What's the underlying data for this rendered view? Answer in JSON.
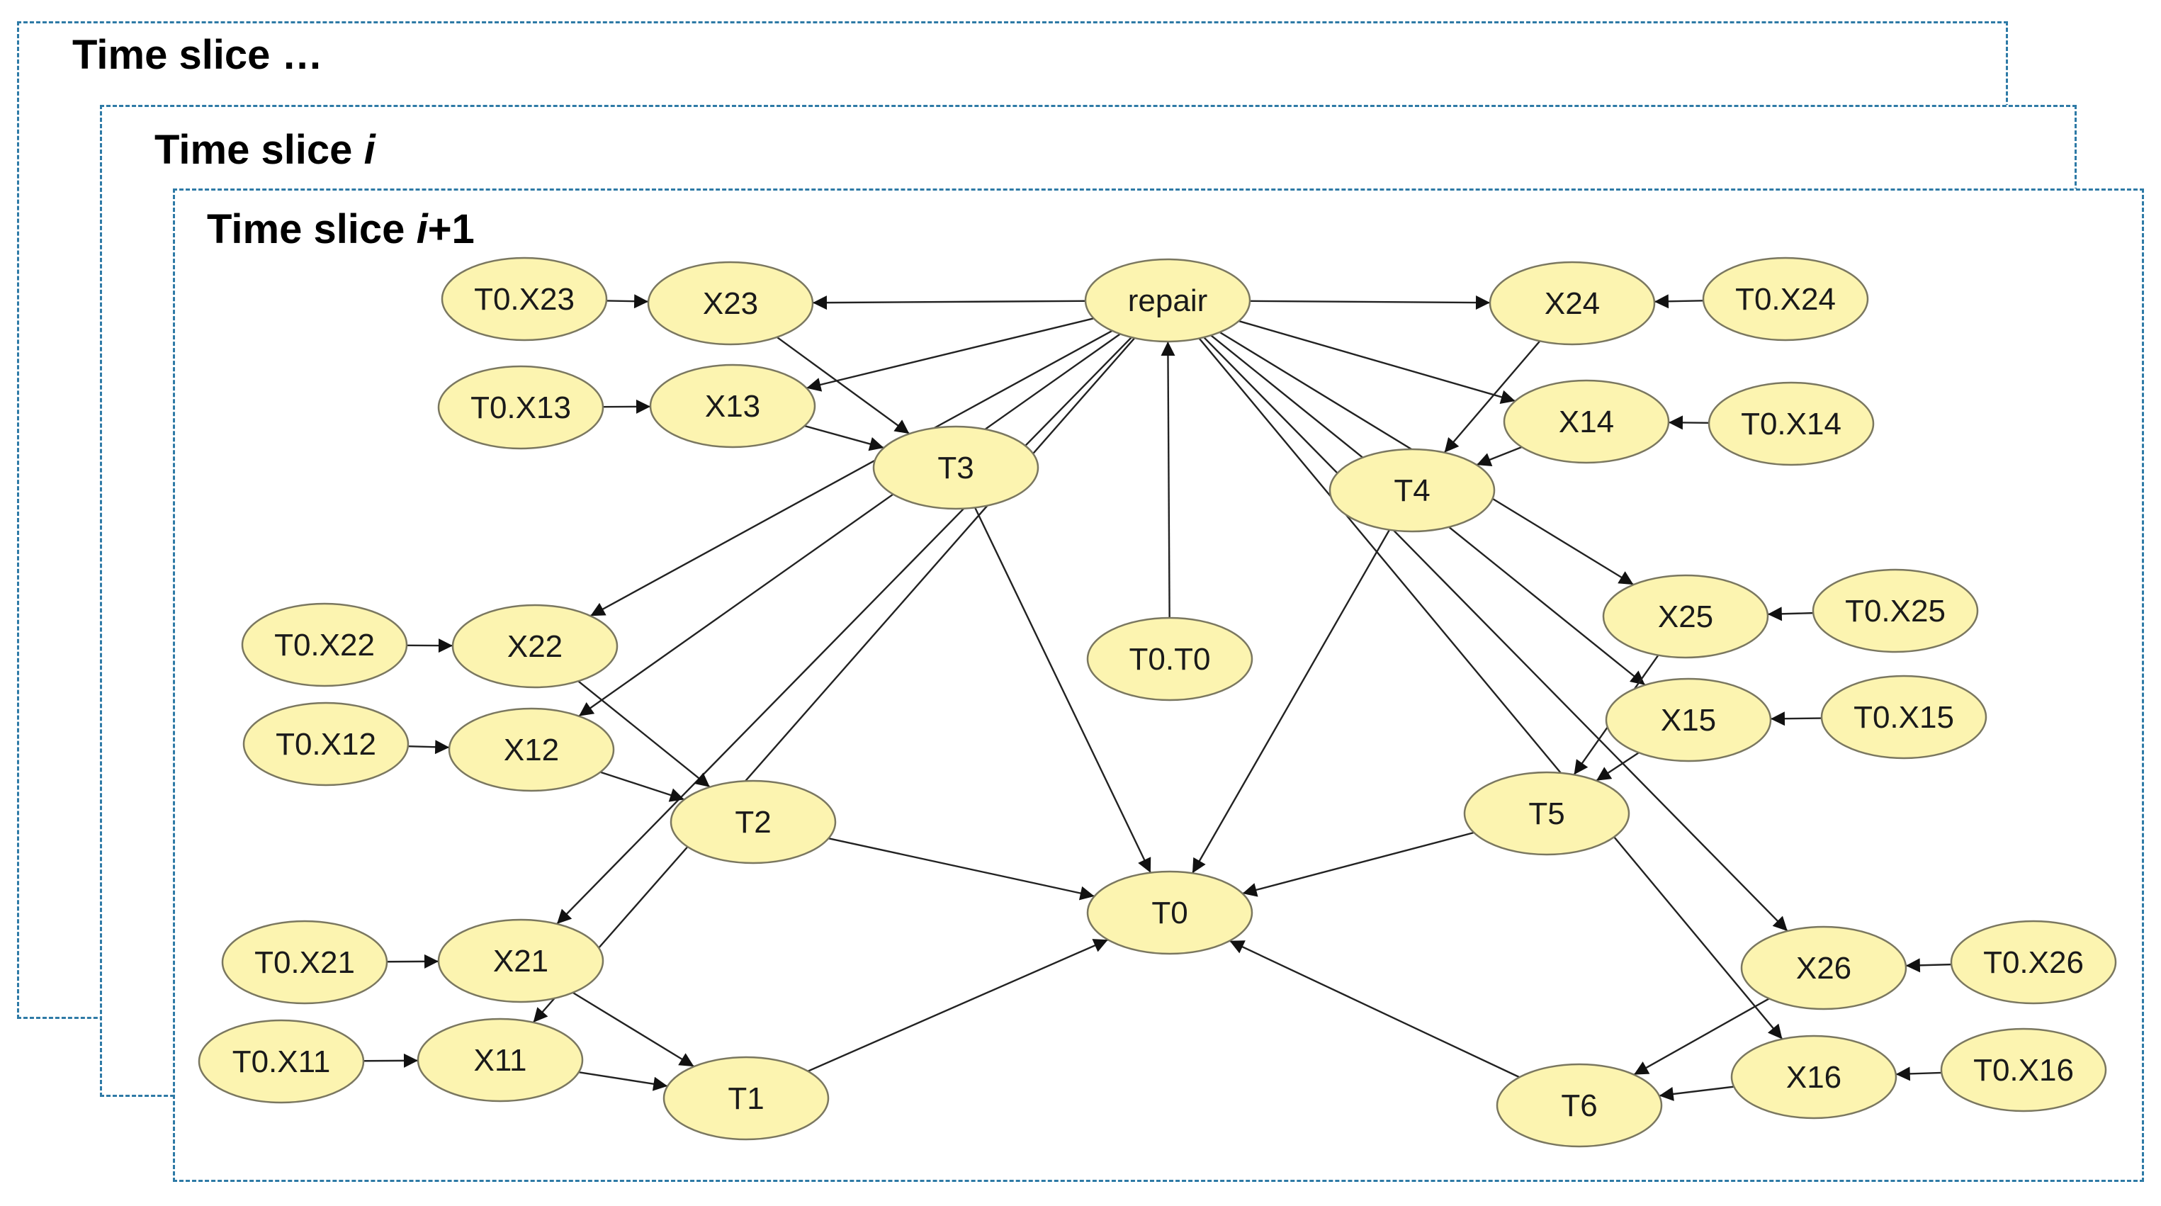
{
  "slices": [
    {
      "id": "prev",
      "label_prefix": "Time slice ",
      "label_italic": "…",
      "label_suffix": ""
    },
    {
      "id": "i",
      "label_prefix": "Time slice ",
      "label_italic": "i",
      "label_suffix": ""
    },
    {
      "id": "i1",
      "label_prefix": "Time slice ",
      "label_italic": "i",
      "label_suffix": "+1"
    }
  ],
  "nodes": [
    {
      "id": "repair",
      "label": "repair"
    },
    {
      "id": "X23",
      "label": "X23"
    },
    {
      "id": "T0X23",
      "label": "T0.X23"
    },
    {
      "id": "X13",
      "label": "X13"
    },
    {
      "id": "T0X13",
      "label": "T0.X13"
    },
    {
      "id": "X24",
      "label": "X24"
    },
    {
      "id": "T0X24",
      "label": "T0.X24"
    },
    {
      "id": "X14",
      "label": "X14"
    },
    {
      "id": "T0X14",
      "label": "T0.X14"
    },
    {
      "id": "T3",
      "label": "T3"
    },
    {
      "id": "T4",
      "label": "T4"
    },
    {
      "id": "T0T0",
      "label": "T0.T0"
    },
    {
      "id": "X25",
      "label": "X25"
    },
    {
      "id": "T0X25",
      "label": "T0.X25"
    },
    {
      "id": "X15",
      "label": "X15"
    },
    {
      "id": "T0X15",
      "label": "T0.X15"
    },
    {
      "id": "X22",
      "label": "X22"
    },
    {
      "id": "T0X22",
      "label": "T0.X22"
    },
    {
      "id": "X12",
      "label": "X12"
    },
    {
      "id": "T0X12",
      "label": "T0.X12"
    },
    {
      "id": "T2",
      "label": "T2"
    },
    {
      "id": "T5",
      "label": "T5"
    },
    {
      "id": "T0",
      "label": "T0"
    },
    {
      "id": "X21",
      "label": "X21"
    },
    {
      "id": "T0X21",
      "label": "T0.X21"
    },
    {
      "id": "X11",
      "label": "X11"
    },
    {
      "id": "T0X11",
      "label": "T0.X11"
    },
    {
      "id": "T1",
      "label": "T1"
    },
    {
      "id": "X26",
      "label": "X26"
    },
    {
      "id": "T0X26",
      "label": "T0.X26"
    },
    {
      "id": "X16",
      "label": "X16"
    },
    {
      "id": "T0X16",
      "label": "T0.X16"
    },
    {
      "id": "T6",
      "label": "T6"
    }
  ],
  "edges": [
    [
      "T0X23",
      "X23"
    ],
    [
      "T0X13",
      "X13"
    ],
    [
      "T0X24",
      "X24"
    ],
    [
      "T0X14",
      "X14"
    ],
    [
      "T0X22",
      "X22"
    ],
    [
      "T0X12",
      "X12"
    ],
    [
      "T0X21",
      "X21"
    ],
    [
      "T0X11",
      "X11"
    ],
    [
      "T0X25",
      "X25"
    ],
    [
      "T0X15",
      "X15"
    ],
    [
      "T0X26",
      "X26"
    ],
    [
      "T0X16",
      "X16"
    ],
    [
      "repair",
      "X23"
    ],
    [
      "repair",
      "X13"
    ],
    [
      "repair",
      "X22"
    ],
    [
      "repair",
      "X12"
    ],
    [
      "repair",
      "X21"
    ],
    [
      "repair",
      "X11"
    ],
    [
      "repair",
      "X24"
    ],
    [
      "repair",
      "X14"
    ],
    [
      "repair",
      "X25"
    ],
    [
      "repair",
      "X15"
    ],
    [
      "repair",
      "X26"
    ],
    [
      "repair",
      "X16"
    ],
    [
      "T0T0",
      "repair"
    ],
    [
      "X23",
      "T3"
    ],
    [
      "X13",
      "T3"
    ],
    [
      "X24",
      "T4"
    ],
    [
      "X14",
      "T4"
    ],
    [
      "X22",
      "T2"
    ],
    [
      "X12",
      "T2"
    ],
    [
      "X21",
      "T1"
    ],
    [
      "X11",
      "T1"
    ],
    [
      "X25",
      "T5"
    ],
    [
      "X15",
      "T5"
    ],
    [
      "X26",
      "T6"
    ],
    [
      "X16",
      "T6"
    ],
    [
      "T3",
      "T0"
    ],
    [
      "T4",
      "T0"
    ],
    [
      "T2",
      "T0"
    ],
    [
      "T1",
      "T0"
    ],
    [
      "T5",
      "T0"
    ],
    [
      "T6",
      "T0"
    ]
  ]
}
